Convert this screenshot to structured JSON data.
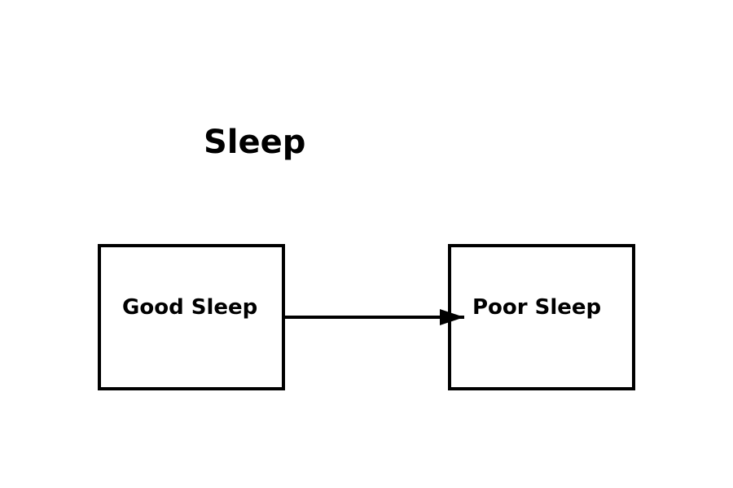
{
  "diagram": {
    "title": "Sleep",
    "colors": {
      "stroke": "#000000",
      "fill": "#ffffff",
      "text": "#000000"
    },
    "nodes": [
      {
        "id": "good",
        "label": "Good Sleep"
      },
      {
        "id": "poor",
        "label": "Poor Sleep"
      }
    ],
    "edges": [
      {
        "from": "good",
        "to": "poor"
      }
    ]
  }
}
